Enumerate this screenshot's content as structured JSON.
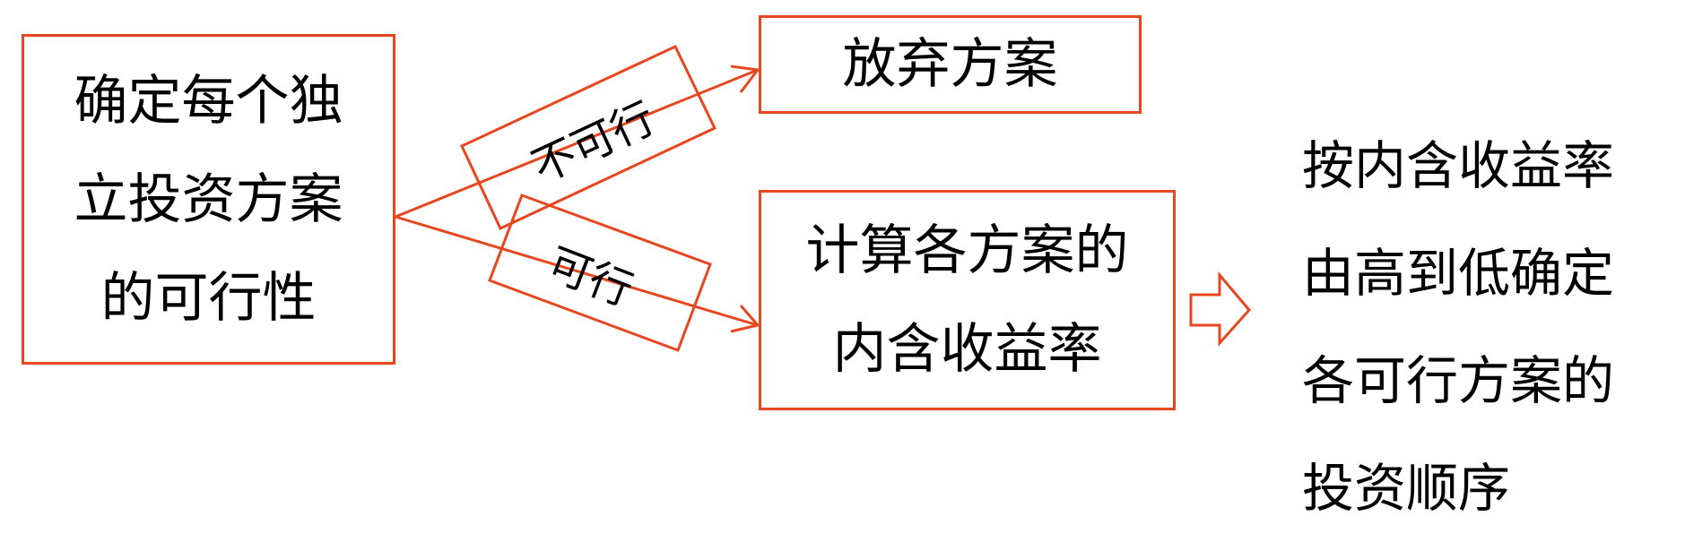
{
  "diagram": {
    "title": "独立投资方案决策流程",
    "accent_color": "#E8461E",
    "start_node": {
      "lines": [
        "确定每个独",
        "立投资方案",
        "的可行性"
      ]
    },
    "edges": [
      {
        "label": "不可行",
        "to": "abandon_node"
      },
      {
        "label": "可行",
        "to": "irr_node"
      }
    ],
    "abandon_node": {
      "lines": [
        "放弃方案"
      ]
    },
    "irr_node": {
      "lines": [
        "计算各方案的",
        "内含收益率"
      ]
    },
    "block_arrow": {
      "icon": "right-block-arrow-icon"
    },
    "result_text": {
      "lines": [
        "按内含收益率",
        "由高到低确定",
        "各可行方案的",
        "投资顺序"
      ]
    }
  }
}
